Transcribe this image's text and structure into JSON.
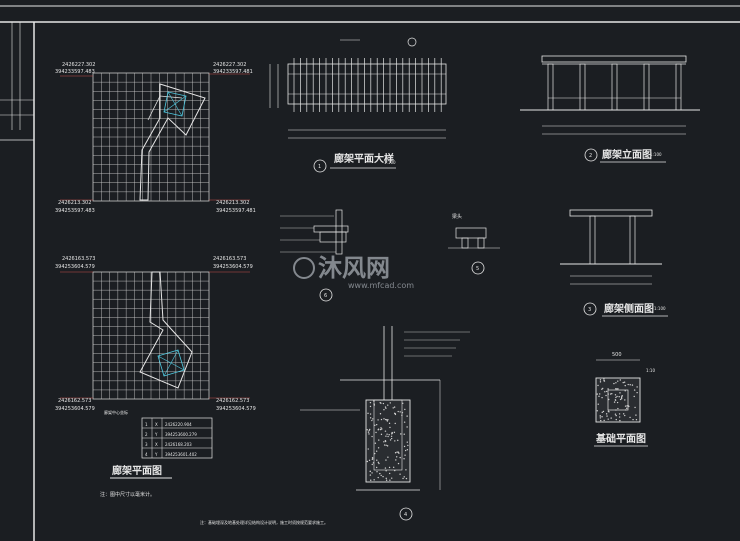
{
  "titles": {
    "plan": "廊架平面图",
    "pergola_plan": "廊架平面大样",
    "pergola_front": "廊架立面图",
    "pergola_side": "廊架侧面图",
    "footing_plan": "基础平面图",
    "beam_head": "梁头",
    "scale_1_100": "1:100",
    "scale_1_10": "1:10"
  },
  "callouts": {
    "detail_1": "1",
    "detail_2": "2",
    "detail_3": "3",
    "detail_4": "4",
    "detail_5": "5",
    "detail_6": "6"
  },
  "grid_top": {
    "tl": [
      "2426227.302",
      "394233597.483"
    ],
    "tr": [
      "2426227.302",
      "394233597.481"
    ],
    "bl": [
      "2426213.302",
      "394253597.483"
    ],
    "br": [
      "2426213.302",
      "394253597.481"
    ]
  },
  "grid_bottom": {
    "tl": [
      "2426163.573",
      "394253604.579"
    ],
    "tr": [
      "2426163.573",
      "394253604.579"
    ],
    "bl": [
      "2426162.573",
      "394253604.579"
    ],
    "br": [
      "2426162.573",
      "394253604.579"
    ]
  },
  "coord_table": {
    "title": "廊架中心坐标",
    "rows": [
      [
        "1",
        "X",
        "2426220.904"
      ],
      [
        "2",
        "Y",
        "394253600.279"
      ],
      [
        "3",
        "X",
        "2426168.203"
      ],
      [
        "4",
        "Y",
        "394253601.402"
      ]
    ]
  },
  "dimensions": {
    "footing_width": "500",
    "footing_scale": "1:10"
  },
  "notes": {
    "plan_note": "注：图中尺寸以毫米计。",
    "bottom_note": "注：基础埋深及地基处理详见结构设计说明，施工时须按规范要求施工。"
  },
  "watermark": {
    "brand": "沐风网",
    "url": "www.mfcad.com"
  },
  "colors": {
    "background": "#1b1e22",
    "line": "#e6e6e6",
    "grid": "#c9c9c9",
    "accent_red": "#c8504a",
    "accent_cyan": "#4fc9e0"
  }
}
